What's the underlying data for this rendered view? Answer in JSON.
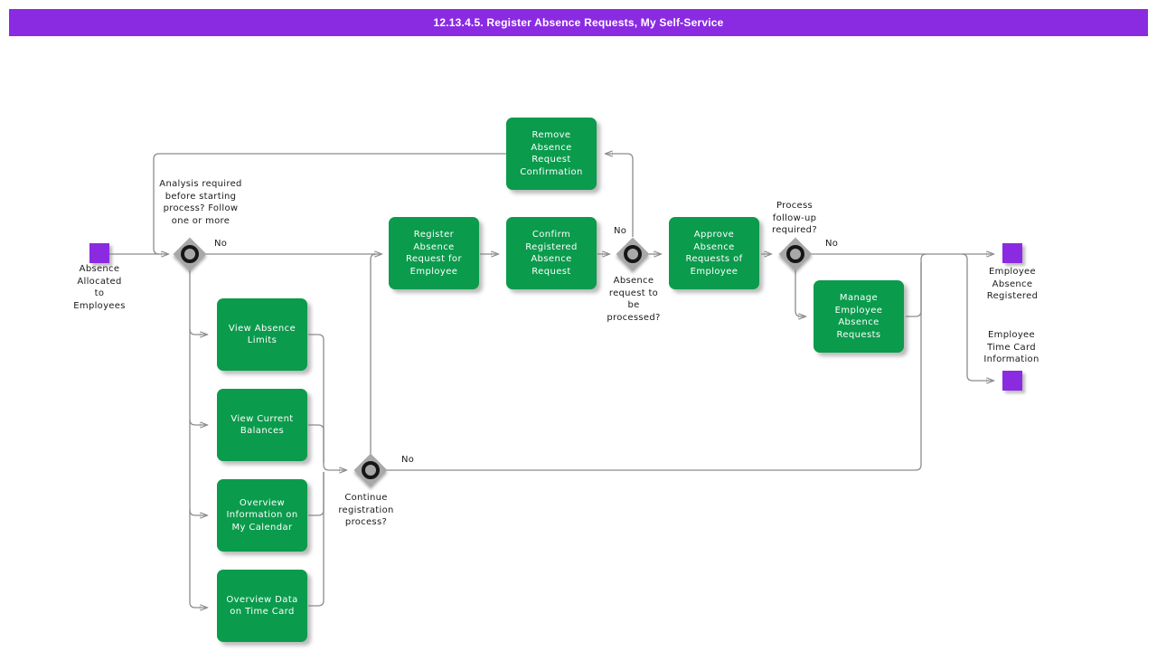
{
  "header": {
    "title": "12.13.4.5. Register Absence Requests, My Self-Service"
  },
  "colors": {
    "header_bg": "#8a2be2",
    "task_fill": "#0a9b4c",
    "task_text": "#ffffff",
    "event_fill": "#8a2be2",
    "gateway_fill": "#a8a8a8",
    "gateway_ring": "#161616",
    "connector": "#8c8c8c",
    "label_text": "#1a1a1a"
  },
  "tasks": {
    "remove": {
      "label": "Remove\nAbsence\nRequest\nConfirmation"
    },
    "register": {
      "label": "Register\nAbsence\nRequest for\nEmployee"
    },
    "confirm": {
      "label": "Confirm\nRegistered\nAbsence\nRequest"
    },
    "approve": {
      "label": "Approve\nAbsence\nRequests of\nEmployee"
    },
    "manage": {
      "label": "Manage\nEmployee\nAbsence\nRequests"
    },
    "view_limits": {
      "label": "View Absence\nLimits"
    },
    "view_balances": {
      "label": "View Current\nBalances"
    },
    "overview_calendar": {
      "label": "Overview\nInformation on\nMy Calendar"
    },
    "overview_timecard": {
      "label": "Overview Data\non Time Card"
    }
  },
  "events": {
    "start": {
      "label": "Absence\nAllocated\nto\nEmployees"
    },
    "end_registered": {
      "label": "Employee\nAbsence\nRegistered"
    },
    "end_timecard": {
      "label": "Employee\nTime Card\nInformation"
    }
  },
  "gateways": {
    "analysis": {
      "question": "Analysis required\nbefore starting\nprocess? Follow\none or more",
      "no_label": "No"
    },
    "processed": {
      "question": "Absence\nrequest to\nbe\nprocessed?",
      "no_label": "No"
    },
    "follow_up": {
      "question": "Process\nfollow-up\nrequired?",
      "no_label": "No"
    },
    "continue": {
      "question": "Continue\nregistration\nprocess?",
      "no_label": "No"
    }
  }
}
